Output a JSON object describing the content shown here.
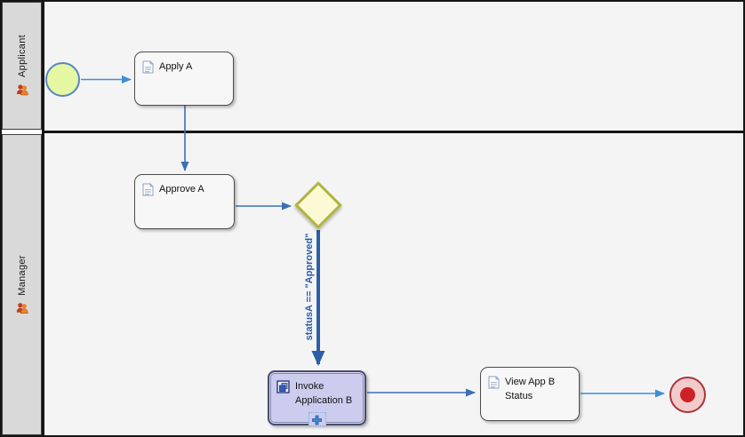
{
  "pool": {
    "type": "bpmn-process-diagram",
    "lanes": [
      {
        "label": "Applicant",
        "icon": "people-icon"
      },
      {
        "label": "Manager",
        "icon": "people-icon"
      }
    ]
  },
  "nodes": {
    "start_event": {
      "kind": "start-event"
    },
    "apply_a": {
      "label": "Apply A",
      "icon": "task-document-icon"
    },
    "approve_a": {
      "label": "Approve A",
      "icon": "task-document-icon"
    },
    "gateway": {
      "kind": "exclusive-gateway"
    },
    "invoke_app_b": {
      "label": "Invoke Application B",
      "icon": "call-activity-icon",
      "marker": "expand-plus-icon",
      "state": "selected"
    },
    "view_app_b": {
      "label": "View App B Status",
      "icon": "task-document-icon"
    },
    "end_event": {
      "kind": "end-event"
    }
  },
  "flows": {
    "condition_label": "statusA == \"Approved\""
  },
  "colors": {
    "lane_label_bg": "#d9d9d9",
    "lane_bg": "#f4f4f5",
    "pool_border": "#151515",
    "flow_blue_bright": "#3f8ed6",
    "flow_blue_medium": "#3a6fb5",
    "flow_blue_conditional": "#2d5fa6",
    "condition_text": "#2b5ca8",
    "task_fill": "#f7f7f7",
    "task_border": "#4e4e4e",
    "invoke_fill": "#ccccee",
    "invoke_border": "#474b6e",
    "start_fill": "#e6f7a4",
    "start_border": "#5886bd",
    "gateway_fill": "#fbfad4",
    "gateway_border": "#b1b441",
    "end_fill": "#f3cbcb",
    "end_border": "#a8343c",
    "end_dot": "#cc2127"
  }
}
